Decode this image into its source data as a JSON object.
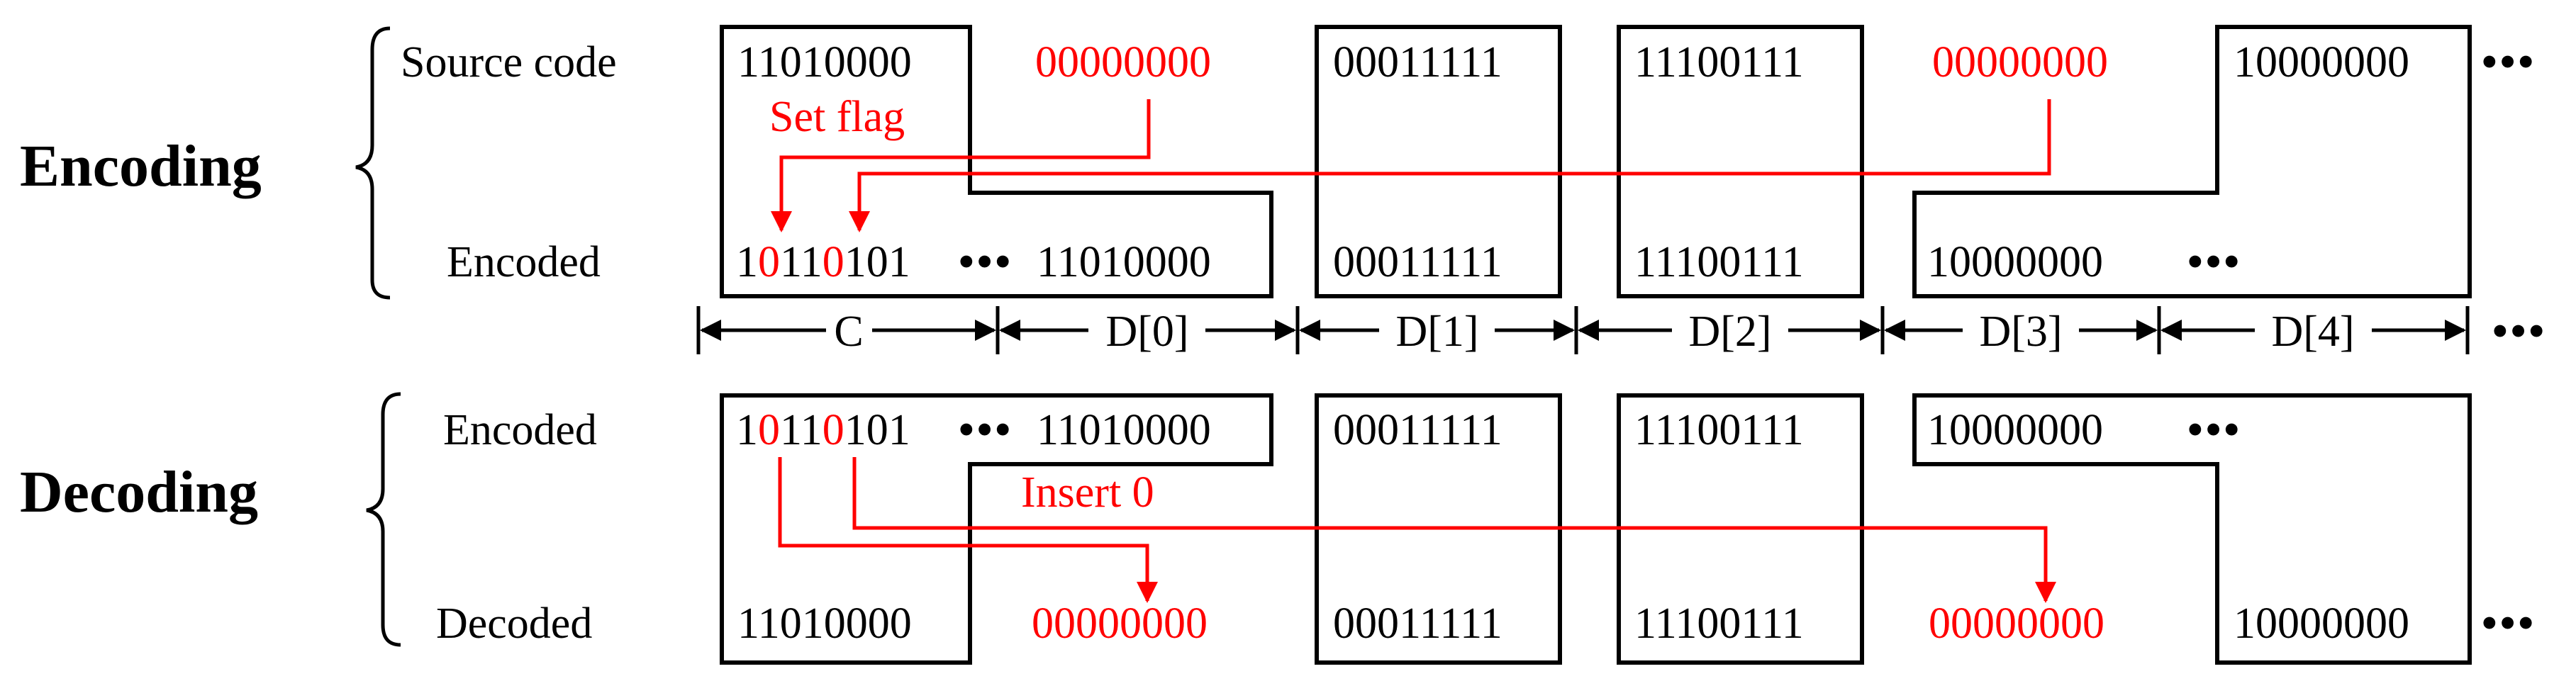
{
  "sections": {
    "encoding": "Encoding",
    "decoding": "Decoding"
  },
  "rows": {
    "source_code": "Source code",
    "encoded_top": "Encoded",
    "encoded_bottom": "Encoded",
    "decoded": "Decoded"
  },
  "source_bytes": [
    "11010000",
    "00000000",
    "00011111",
    "11100111",
    "00000000",
    "10000000"
  ],
  "encoded_bytes": [
    "11010000",
    "00011111",
    "11100111",
    "10000000"
  ],
  "decoded_bytes": [
    "11010000",
    "00000000",
    "00011111",
    "11100111",
    "00000000",
    "10000000"
  ],
  "control_byte": [
    "1",
    "0",
    "1",
    "1",
    "0",
    "1",
    "0",
    "1"
  ],
  "annotations": {
    "set_flag": "Set flag",
    "insert_0": "Insert 0"
  },
  "segments": [
    "C",
    "D[0]",
    "D[1]",
    "D[2]",
    "D[3]",
    "D[4]"
  ],
  "ellipsis": "•••",
  "colors": {
    "highlight": "#ff0000",
    "line": "#000000"
  }
}
